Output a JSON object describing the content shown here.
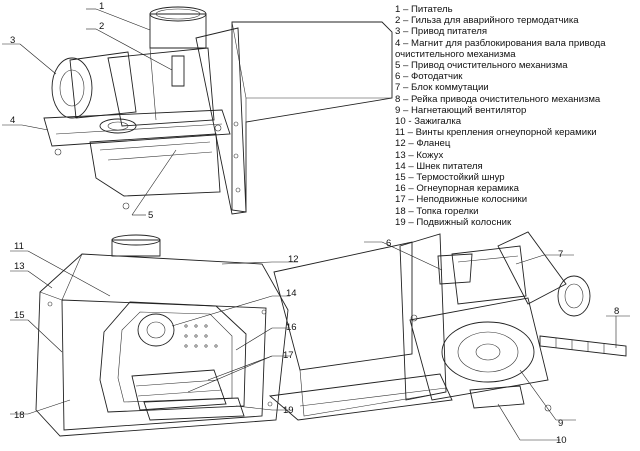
{
  "legend": [
    "1 – Питатель",
    "2 – Гильза для аварийного термодатчика",
    "3 – Привод питателя",
    "4 – Магнит для разблокирования вала привода очистительного механизма",
    "5 – Привод очистительного механизма",
    "6 – Фотодатчик",
    "7 – Блок коммутации",
    "8 – Рейка привода очистительного механизма",
    "9 – Нагнетающий вентилятор",
    "10 - Зажигалка",
    "11 – Винты крепления огнеупорной керамики",
    "12 – Фланец",
    "13 – Кожух",
    "14 – Шнек питателя",
    "15 – Термостойкий шнур",
    "16 – Огнеупорная керамика",
    "17 – Неподвижные колосники",
    "18 – Топка горелки",
    "19 – Подвижный колосник"
  ],
  "callouts": {
    "c1": "1",
    "c2": "2",
    "c3": "3",
    "c4": "4",
    "c5": "5",
    "c6": "6",
    "c7": "7",
    "c8": "8",
    "c9": "9",
    "c10": "10",
    "c11": "11",
    "c12": "12",
    "c13": "13",
    "c14": "14",
    "c15": "15",
    "c16": "16",
    "c17": "17",
    "c18": "18",
    "c19": "19"
  }
}
